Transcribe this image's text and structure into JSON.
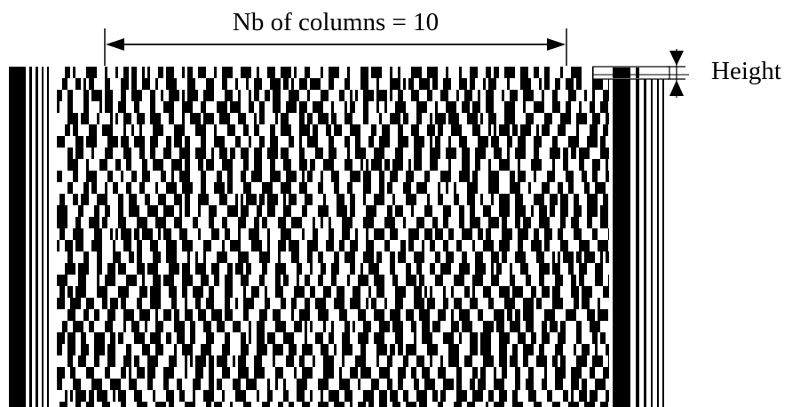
{
  "diagram": {
    "columns_label": "Nb of columns = 10",
    "height_label": "Height",
    "data_columns": 10,
    "colors": {
      "ink": "#000000",
      "paper": "#ffffff"
    }
  }
}
